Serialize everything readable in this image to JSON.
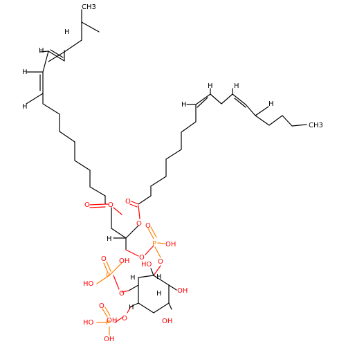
{
  "molecule": {
    "colors": {
      "carbon": "#000000",
      "oxygen": "#ff0000",
      "phosphorus": "#ff8000",
      "hydrogen": "#000000"
    },
    "labels": {
      "ch3_top": "CH3",
      "ch3_right": "CH3",
      "h": "H",
      "o": "O",
      "p": "P",
      "oh": "OH",
      "ho": "HO"
    }
  }
}
